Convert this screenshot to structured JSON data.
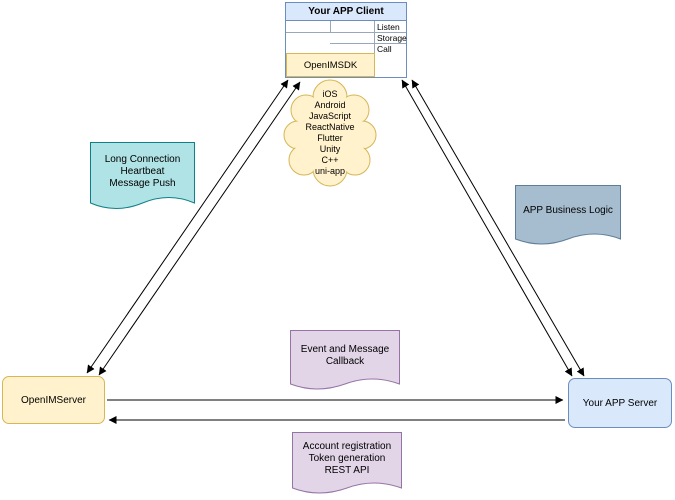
{
  "client": {
    "title": "Your APP Client",
    "interfaces": [
      "Listen",
      "Storage",
      "Call"
    ],
    "sdk": "OpenIMSDK"
  },
  "platforms_cloud": {
    "text": "iOS\nAndroid\nJavaScript\nReactNative\nFlutter\nUnity\nC++\nuni-app"
  },
  "callouts": {
    "long_connection": {
      "text": "Long Connection\nHeartbeat\nMessage Push"
    },
    "business_logic": {
      "text": "APP Business Logic"
    },
    "event_callback": {
      "text": "Event and Message\nCallback"
    },
    "rest_api": {
      "text": "Account registration\nToken generation\nREST API"
    }
  },
  "nodes": {
    "openim_server": "OpenIMServer",
    "app_server": "Your APP Server"
  },
  "colors": {
    "yellow_fill": "#fff2cc",
    "yellow_stroke": "#d6b656",
    "blue_fill": "#dae8fc",
    "blue_stroke": "#6c8ebf",
    "teal_fill": "#b0e3e6",
    "teal_stroke": "#0e8088",
    "gray_fill": "#a6bdd0",
    "gray_stroke": "#5d7d99",
    "purple_fill": "#e1d5e7",
    "purple_stroke": "#9673a6",
    "connector": "#000000"
  }
}
